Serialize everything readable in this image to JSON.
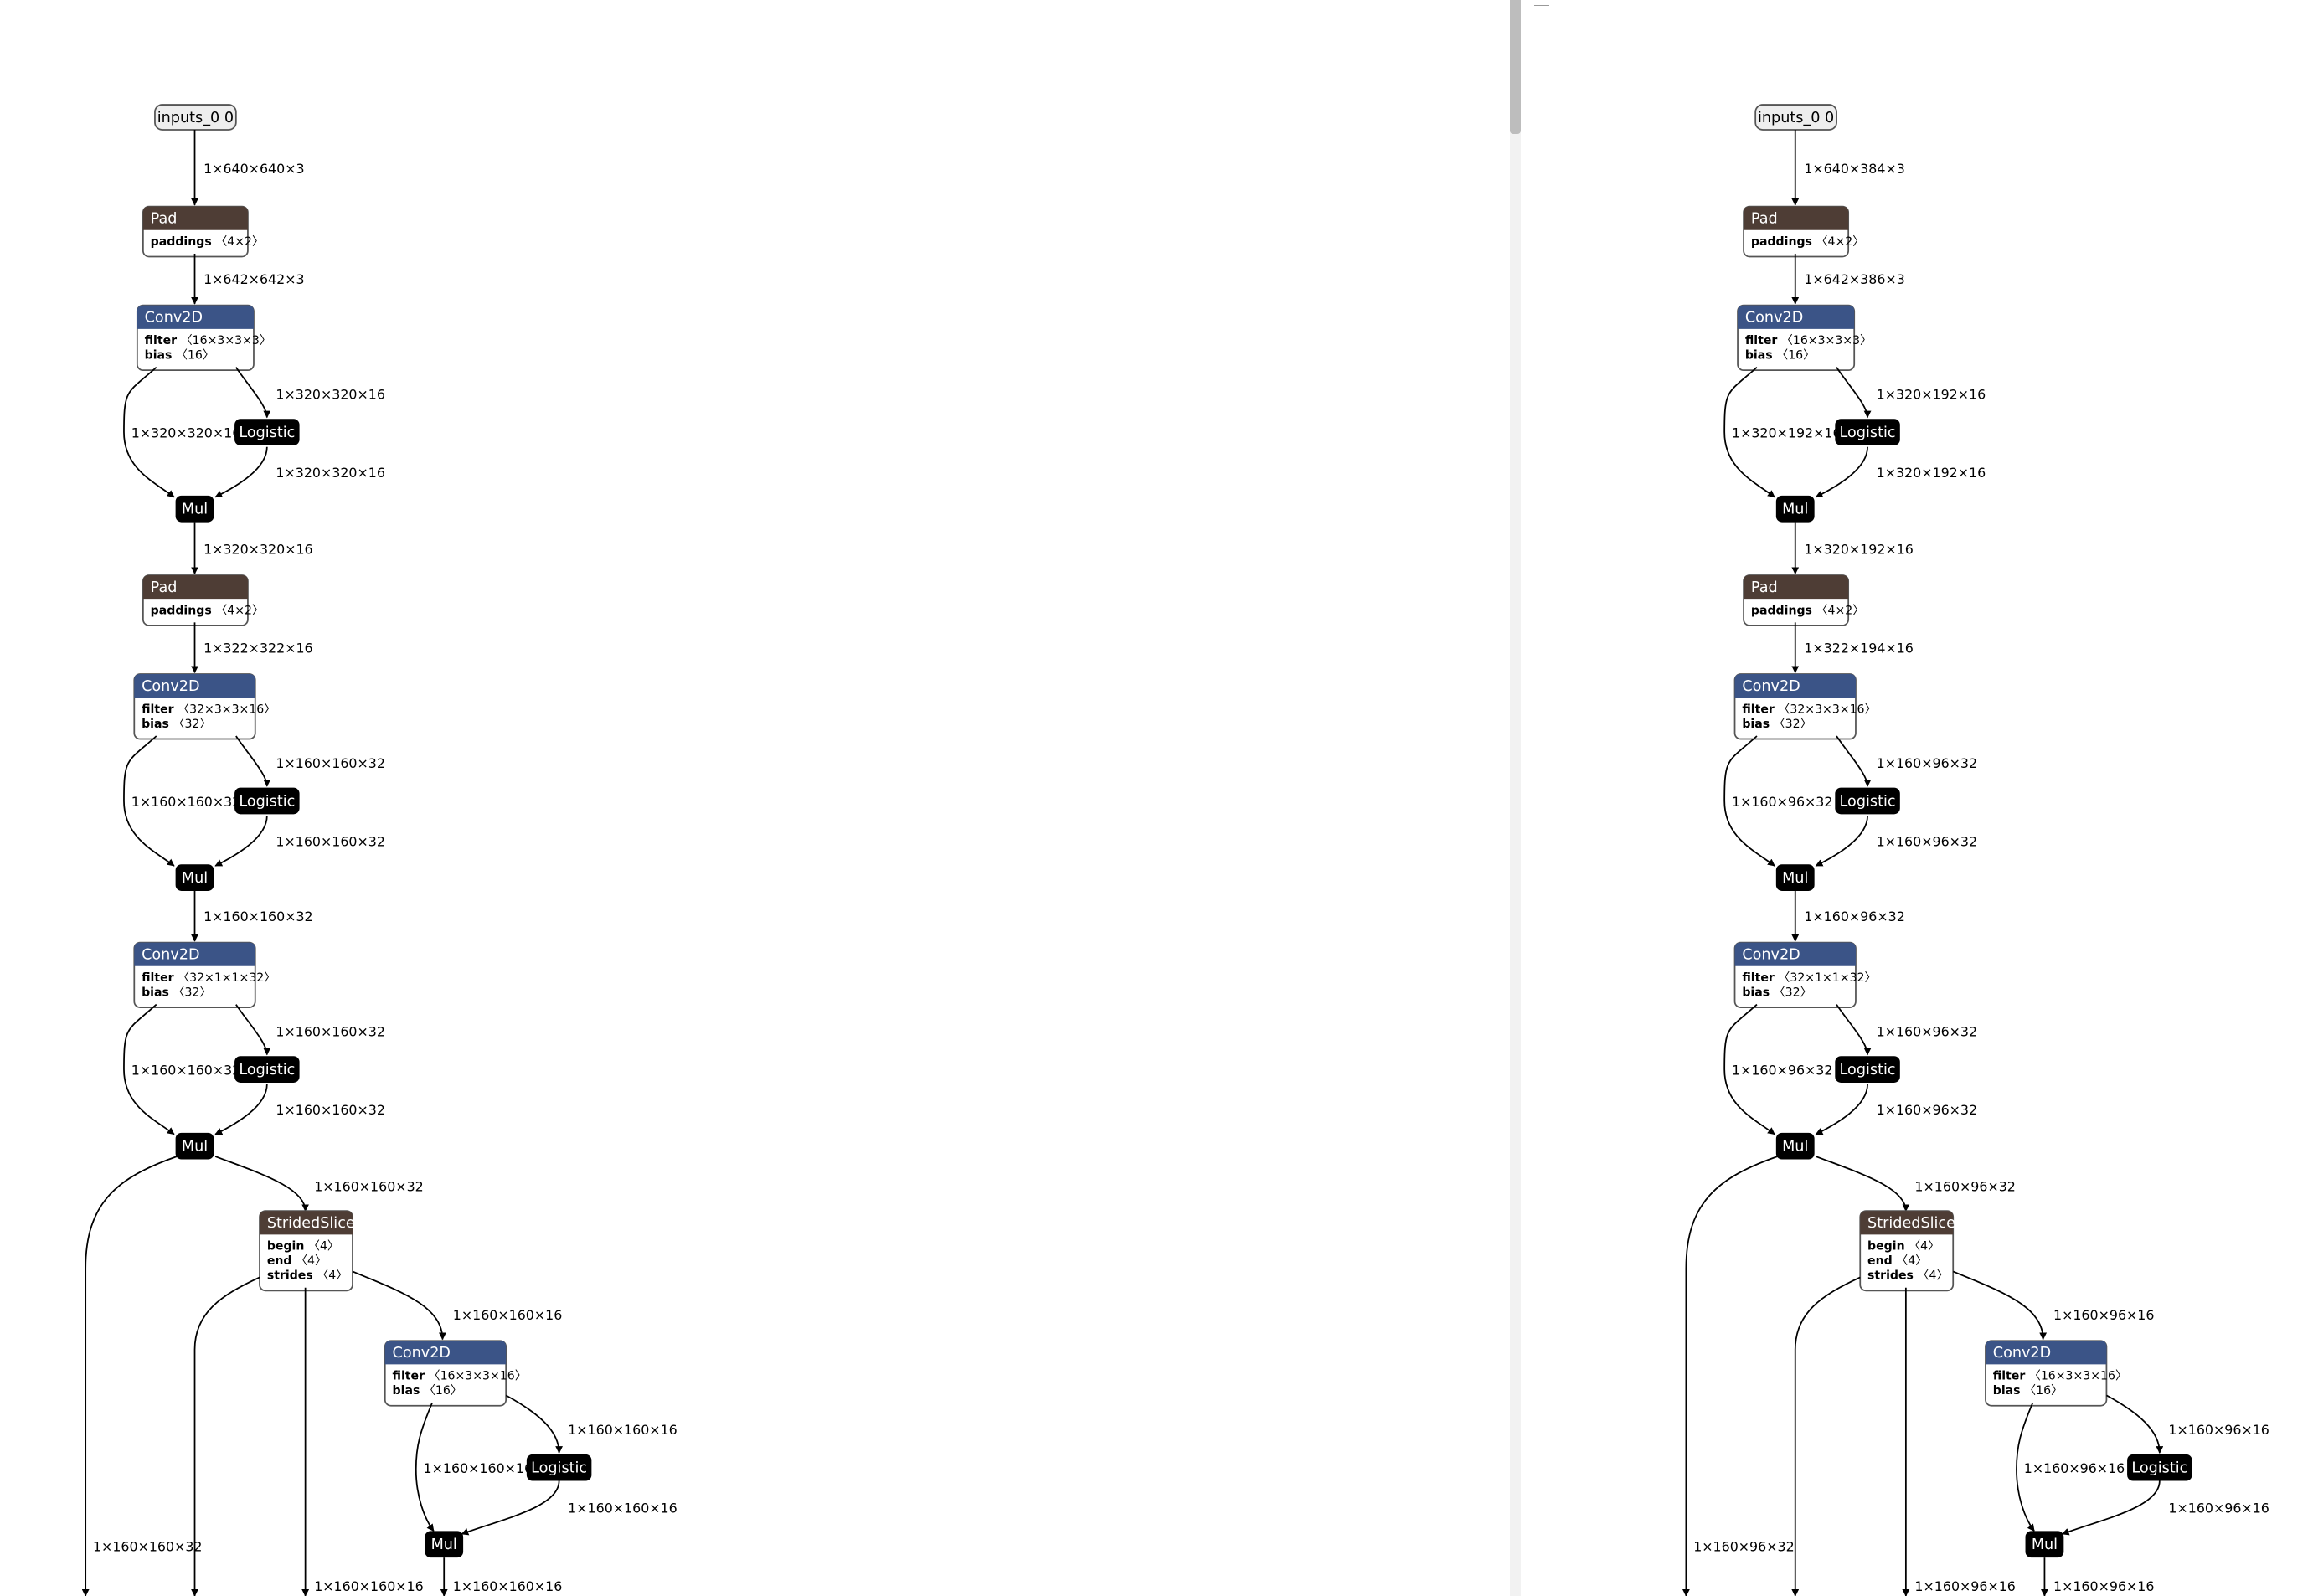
{
  "panes": [
    {
      "id": "left",
      "input": "inputs_0 0",
      "edges": [
        "1×640×640×3",
        "1×642×642×3",
        "1×320×320×16",
        "1×322×322×16",
        "1×160×160×32",
        "1×160×160×16"
      ],
      "pad_attr": {
        "name": "paddings",
        "value": "〈4×2〉"
      },
      "conv1": {
        "filter": "〈16×3×3×3〉",
        "bias": "〈16〉"
      },
      "conv2": {
        "filter": "〈32×3×3×16〉",
        "bias": "〈32〉"
      },
      "conv3": {
        "filter": "〈32×1×1×32〉",
        "bias": "〈32〉"
      },
      "conv4": {
        "filter": "〈16×3×3×16〉",
        "bias": "〈16〉"
      },
      "slice": {
        "begin": "〈4〉",
        "end": "〈4〉",
        "strides": "〈4〉"
      }
    },
    {
      "id": "right",
      "input": "inputs_0 0",
      "edges": [
        "1×640×384×3",
        "1×642×386×3",
        "1×320×192×16",
        "1×322×194×16",
        "1×160×96×32",
        "1×160×96×16"
      ],
      "pad_attr": {
        "name": "paddings",
        "value": "〈4×2〉"
      },
      "conv1": {
        "filter": "〈16×3×3×3〉",
        "bias": "〈16〉"
      },
      "conv2": {
        "filter": "〈32×3×3×16〉",
        "bias": "〈32〉"
      },
      "conv3": {
        "filter": "〈32×1×1×32〉",
        "bias": "〈32〉"
      },
      "conv4": {
        "filter": "〈16×3×3×16〉",
        "bias": "〈16〉"
      },
      "slice": {
        "begin": "〈4〉",
        "end": "〈4〉",
        "strides": "〈4〉"
      }
    }
  ],
  "ops": {
    "pad": "Pad",
    "conv": "Conv2D",
    "logistic": "Logistic",
    "mul": "Mul",
    "slice": "StridedSlice",
    "filter": "filter",
    "bias": "bias",
    "begin": "begin",
    "end": "end",
    "strides": "strides"
  },
  "colors": {
    "pad_header": "#4e3d35",
    "conv_header": "#3b5487",
    "activation": "#000000",
    "input_fill": "#eeeeee",
    "edge": "#000000",
    "scrollbar_thumb": "#bdbdbd"
  }
}
